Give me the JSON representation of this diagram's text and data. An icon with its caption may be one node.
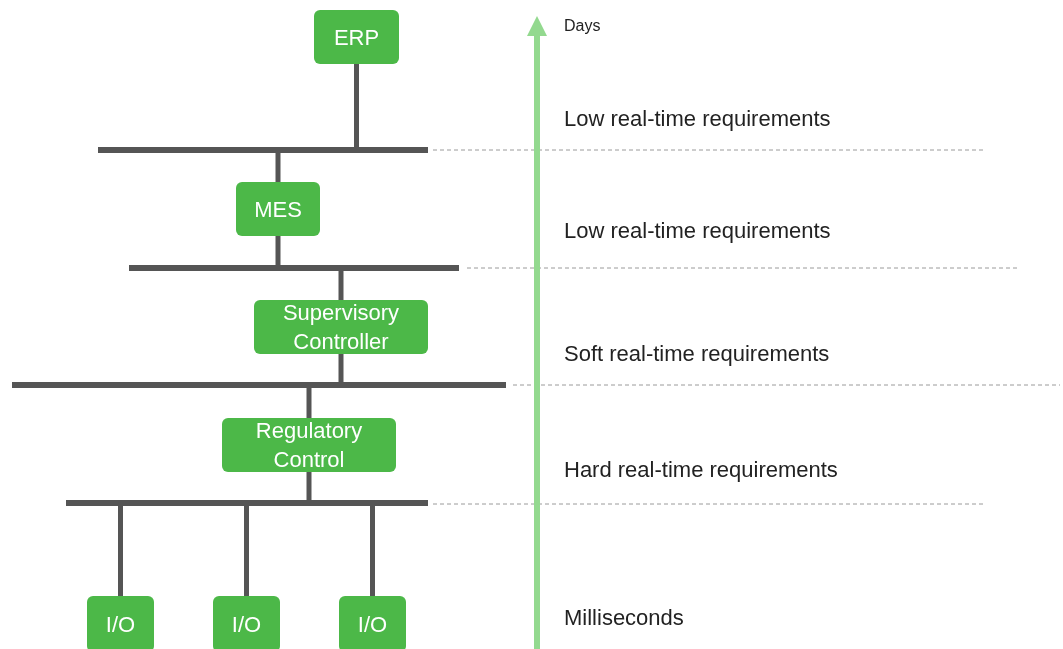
{
  "diagram": {
    "nodes": [
      {
        "text": [
          "ERP"
        ]
      },
      {
        "text": [],
        "shape": "bar"
      },
      {
        "text": [
          "MES"
        ]
      },
      {
        "text": [],
        "shape": "bar"
      },
      {
        "text": [
          "Supervisory Controller"
        ]
      },
      {
        "text": [],
        "shape": "bar"
      },
      {
        "text": [
          "Regulatory Control"
        ]
      },
      {
        "text": [],
        "shape": "bar"
      },
      {
        "text": [
          "I/O"
        ]
      },
      {
        "text": [
          "I/O"
        ]
      },
      {
        "text": [
          "I/O"
        ]
      }
    ],
    "edges": [
      {
        "from": 0,
        "to": 1,
        "arrow": "none"
      },
      {
        "from": 1,
        "to": 2,
        "arrow": "none"
      },
      {
        "from": 2,
        "to": 3,
        "arrow": "none"
      },
      {
        "from": 3,
        "to": 4,
        "arrow": "none"
      },
      {
        "from": 4,
        "to": 5,
        "arrow": "none"
      },
      {
        "from": 5,
        "to": 6,
        "arrow": "none"
      },
      {
        "from": 6,
        "to": 7,
        "arrow": "none"
      },
      {
        "from": 7,
        "to": 8,
        "arrow": "none"
      },
      {
        "from": 7,
        "to": 9,
        "arrow": "none"
      },
      {
        "from": 7,
        "to": 10,
        "arrow": "none"
      }
    ],
    "labels": [
      "Days",
      "Low real-time requirements",
      "Low real-time requirements",
      "Soft real-time requirements",
      "Hard real-time requirements",
      "Milliseconds"
    ]
  }
}
